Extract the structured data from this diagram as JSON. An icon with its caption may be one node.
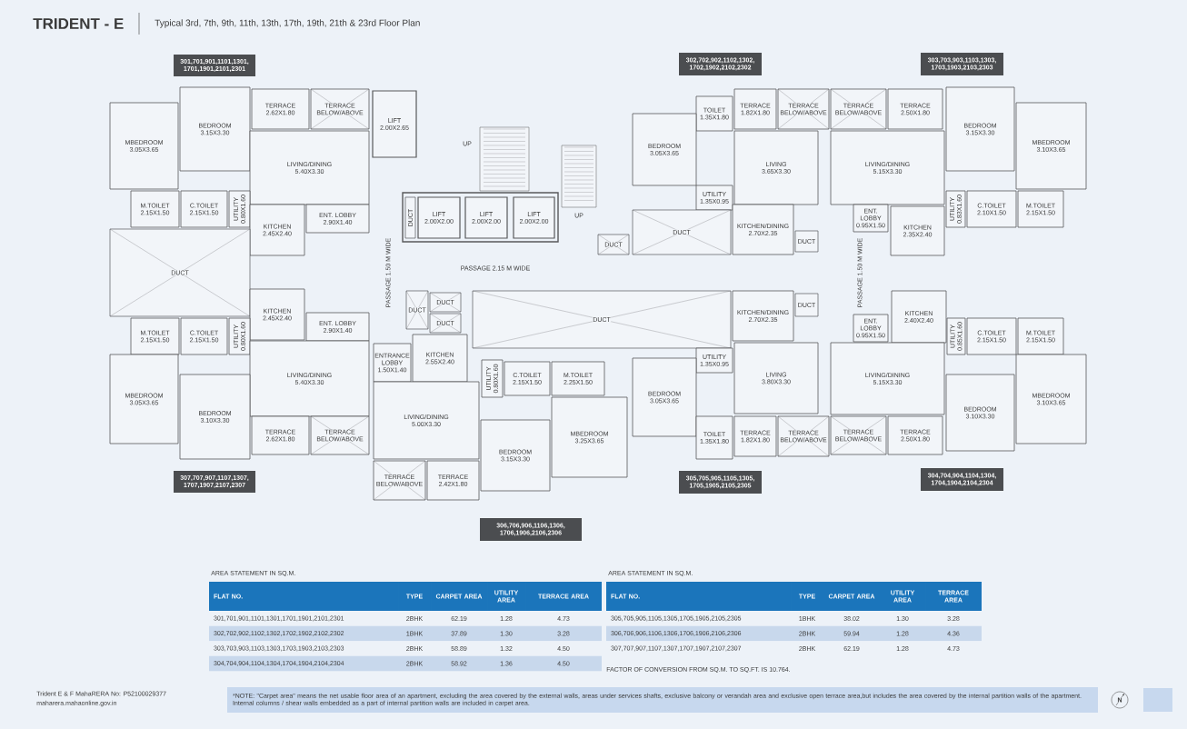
{
  "diagram": {
    "title": "TRIDENT - E",
    "nodes": [
      {
        "text": [
          "301,701,901,1101,1301, 1701,1901,2101,2301"
        ]
      },
      {
        "text": [
          "302,702,902,1102,1302, 1702,1902,2102,2302"
        ]
      },
      {
        "text": [
          "303,703,903,1103,1303, 1703,1903,2103,2303"
        ]
      },
      {
        "text": [
          "BEDROOM",
          "3.15X3.30"
        ]
      },
      {
        "text": [
          "TERRACE",
          "2.62X1.80"
        ]
      },
      {
        "text": [
          "TERRACE BELOW/ABOVE"
        ]
      },
      {
        "text": [
          "LIFT",
          "2.00X2.65"
        ]
      },
      {
        "text": [
          "MBEDROOM",
          "3.05X3.65"
        ]
      },
      {
        "text": [
          "LIVING/DINING",
          "5.40X3.30"
        ]
      },
      {
        "text": [
          "M.TOILET",
          "2.15X1.50"
        ]
      },
      {
        "text": [
          "C.TOILET",
          "2.15X1.50"
        ]
      },
      {
        "text": [
          "UTILITY",
          "0.80X1.60"
        ]
      },
      {
        "text": [
          "KITCHEN",
          "2.45X2.40"
        ]
      },
      {
        "text": [
          "ENT. LOBBY",
          "2.90X1.40"
        ]
      },
      {
        "text": [
          "LIFT",
          "2.00X2.00"
        ]
      },
      {
        "text": [
          "LIFT",
          "2.00X2.00"
        ]
      },
      {
        "text": [
          "LIFT",
          "2.00X2.00"
        ]
      },
      {
        "text": [
          "DUCT"
        ]
      },
      {
        "text": [
          "TOILET",
          "1.35X1.80"
        ]
      },
      {
        "text": [
          "TERRACE",
          "1.82X1.80"
        ]
      },
      {
        "text": [
          "TERRACE BELOW/ABOVE"
        ]
      },
      {
        "text": [
          "BEDROOM",
          "3.05X3.65"
        ]
      },
      {
        "text": [
          "LIVING",
          "3.65X3.30"
        ]
      },
      {
        "text": [
          "UTILITY",
          "1.35X0.95"
        ]
      },
      {
        "text": [
          "KITCHEN/DINING",
          "2.70X2.35"
        ]
      },
      {
        "text": [
          "DUCT"
        ]
      },
      {
        "text": [
          "DUCT"
        ]
      },
      {
        "text": [
          "DUCT"
        ]
      },
      {
        "text": [
          "TERRACE BELOW/ABOVE"
        ]
      },
      {
        "text": [
          "TERRACE",
          "2.50X1.80"
        ]
      },
      {
        "text": [
          "BEDROOM",
          "3.15X3.30"
        ]
      },
      {
        "text": [
          "MBEDROOM",
          "3.10X3.65"
        ]
      },
      {
        "text": [
          "LIVING/DINING",
          "5.15X3.30"
        ]
      },
      {
        "text": [
          "UTILITY",
          "0.83X1.60"
        ]
      },
      {
        "text": [
          "C.TOILET",
          "2.10X1.50"
        ]
      },
      {
        "text": [
          "M.TOILET",
          "2.15X1.50"
        ]
      },
      {
        "text": [
          "ENT. LOBBY",
          "0.95X1.50"
        ]
      },
      {
        "text": [
          "KITCHEN",
          "2.35X2.40"
        ]
      },
      {
        "text": [
          "DUCT"
        ]
      },
      {
        "text": [
          "DUCT"
        ]
      },
      {
        "text": [
          "DUCT"
        ]
      },
      {
        "text": [
          "DUCT"
        ]
      },
      {
        "text": [
          "DUCT"
        ]
      },
      {
        "text": [
          "KITCHEN",
          "2.45X2.40"
        ]
      },
      {
        "text": [
          "ENT. LOBBY",
          "2.90X1.40"
        ]
      },
      {
        "text": [
          "M.TOILET",
          "2.15X1.50"
        ]
      },
      {
        "text": [
          "C.TOILET",
          "2.15X1.50"
        ]
      },
      {
        "text": [
          "UTILITY",
          "0.80X1.60"
        ]
      },
      {
        "text": [
          "LIVING/DINING",
          "5.40X3.30"
        ]
      },
      {
        "text": [
          "MBEDROOM",
          "3.05X3.65"
        ]
      },
      {
        "text": [
          "BEDROOM",
          "3.10X3.30"
        ]
      },
      {
        "text": [
          "TERRACE",
          "2.62X1.80"
        ]
      },
      {
        "text": [
          "TERRACE BELOW/ABOVE"
        ]
      },
      {
        "text": [
          "ENTRANCE LOBBY",
          "1.50X1.40"
        ]
      },
      {
        "text": [
          "KITCHEN",
          "2.55X2.40"
        ]
      },
      {
        "text": [
          "UTILITY",
          "0.80X1.60"
        ]
      },
      {
        "text": [
          "C.TOILET",
          "2.15X1.50"
        ]
      },
      {
        "text": [
          "M.TOILET",
          "2.25X1.50"
        ]
      },
      {
        "text": [
          "LIVING/DINING",
          "5.00X3.30"
        ]
      },
      {
        "text": [
          "MBEDROOM",
          "3.25X3.65"
        ]
      },
      {
        "text": [
          "BEDROOM",
          "3.15X3.30"
        ]
      },
      {
        "text": [
          "TERRACE BELOW/ABOVE"
        ]
      },
      {
        "text": [
          "TERRACE",
          "2.42X1.80"
        ]
      },
      {
        "text": [
          "KITCHEN/DINING",
          "2.70X2.35"
        ]
      },
      {
        "text": [
          "DUCT"
        ]
      },
      {
        "text": [
          "UTILITY",
          "1.35X0.95"
        ]
      },
      {
        "text": [
          "LIVING",
          "3.80X3.30"
        ]
      },
      {
        "text": [
          "BEDROOM",
          "3.05X3.65"
        ]
      },
      {
        "text": [
          "TOILET",
          "1.35X1.80"
        ]
      },
      {
        "text": [
          "TERRACE",
          "1.82X1.80"
        ]
      },
      {
        "text": [
          "TERRACE BELOW/ABOVE"
        ]
      },
      {
        "text": [
          "KITCHEN",
          "2.40X2.40"
        ]
      },
      {
        "text": [
          "ENT. LOBBY",
          "0.95X1.50"
        ]
      },
      {
        "text": [
          "UTILITY",
          "0.85X1.60"
        ]
      },
      {
        "text": [
          "C.TOILET",
          "2.15X1.50"
        ]
      },
      {
        "text": [
          "M.TOILET",
          "2.15X1.50"
        ]
      },
      {
        "text": [
          "LIVING/DINING",
          "5.15X3.30"
        ]
      },
      {
        "text": [
          "MBEDROOM",
          "3.10X3.65"
        ]
      },
      {
        "text": [
          "BEDROOM",
          "3.10X3.30"
        ]
      },
      {
        "text": [
          "TERRACE BELOW/ABOVE"
        ]
      },
      {
        "text": [
          "TERRACE",
          "2.50X1.80"
        ]
      },
      {
        "text": [
          "307,707,907,1107,1307, 1707,1907,2107,2307"
        ]
      },
      {
        "text": [
          "305,705,905,1105,1305, 1705,1905,2105,2305"
        ]
      },
      {
        "text": [
          "304,704,904,1104,1304, 1704,1904,2104,2304"
        ]
      },
      {
        "text": [
          "306,706,906,1106,1306, 1706,1906,2106,2306"
        ]
      }
    ],
    "labels": [
      "Typical 3rd, 7th, 9th, 11th, 13th, 17th, 19th, 21th & 23rd Floor Plan",
      "UP",
      "UP",
      "PASSAGE 2.15 M WIDE",
      "PASSAGE 1.50 M WIDE",
      "PASSAGE 1.50 M WIDE",
      "AREA STATEMENT IN SQ.M.",
      "FLAT NO.",
      "TYPE",
      "CARPET AREA",
      "UTILITY AREA",
      "TERRACE AREA",
      "301,701,901,1101,1301,1701,1901,2101,2301",
      "2BHK",
      "62.19",
      "1.28",
      "4.73",
      "302,702,902,1102,1302,1702,1902,2102,2302",
      "1BHK",
      "37.89",
      "1.30",
      "3.28",
      "303,703,903,1103,1303,1703,1903,2103,2303",
      "2BHK",
      "58.89",
      "1.32",
      "4.50",
      "304,704,904,1104,1304,1704,1904,2104,2304",
      "2BHK",
      "58.92",
      "1.36",
      "4.50",
      "AREA STATEMENT IN SQ.M.",
      "FLAT NO.",
      "TYPE",
      "CARPET AREA",
      "UTILITY AREA",
      "TERRACE AREA",
      "305,705,905,1105,1305,1705,1905,2105,2305",
      "1BHK",
      "38.02",
      "1.30",
      "3.28",
      "306,706,906,1106,1306,1706,1906,2106,2306",
      "2BHK",
      "59.94",
      "1.28",
      "4.36",
      "307,707,907,1107,1307,1707,1907,2107,2307",
      "2BHK",
      "62.19",
      "1.28",
      "4.73",
      "FACTOR OF CONVERSION FROM SQ.M. TO SQ.FT. IS 10.764.",
      "Trident E & F MahaRERA No: P52100029377",
      "maharera.mahaonline.gov.in",
      "*NOTE: \"Carpet area\" means the net usable floor area of an apartment, excluding the area covered by the external walls, areas under services shafts, exclusive balcony or verandah area and exclusive open terrace area,but includes the area covered by the internal partition walls of the apartment. Internal columns / shear walls embedded as a part of internal partition walls are included in carpet area.",
      "N"
    ]
  }
}
